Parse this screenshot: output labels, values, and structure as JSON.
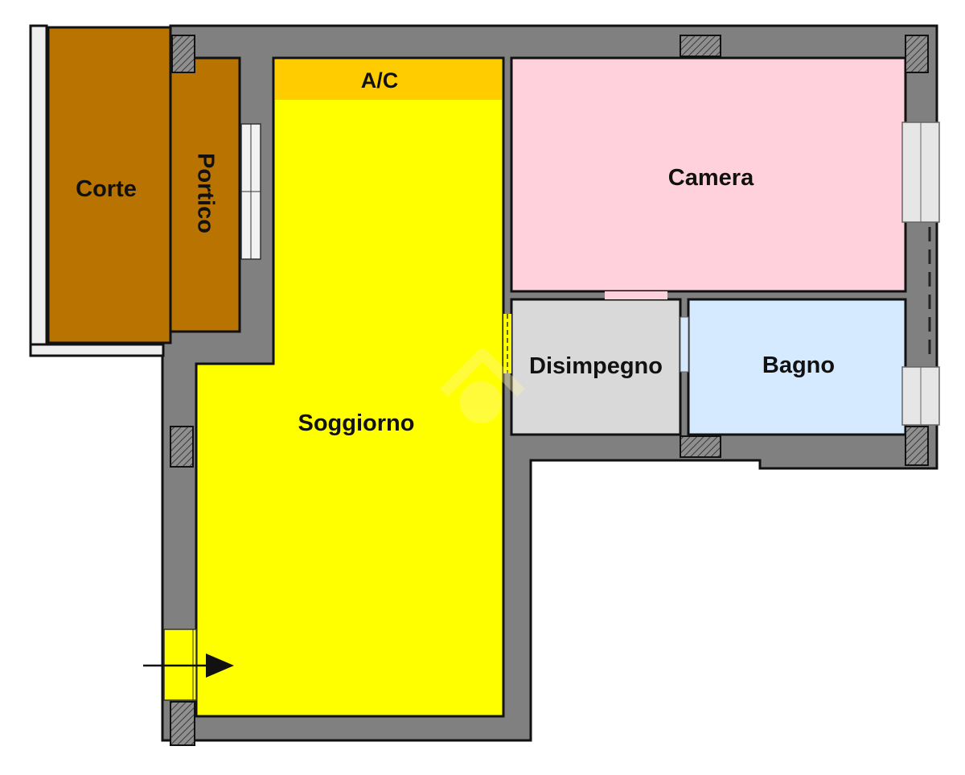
{
  "rooms": {
    "corte": "Corte",
    "portico": "Portico",
    "ac": "A/C",
    "soggiorno": "Soggiorno",
    "camera": "Camera",
    "disimpegno": "Disimpegno",
    "bagno": "Bagno"
  },
  "colors": {
    "wall": "#808080",
    "outline": "#111111",
    "corte": "#b87300",
    "portico": "#b87300",
    "ac": "#ffcc00",
    "soggiorno": "#ffff00",
    "camera": "#ffd1dc",
    "disimpegno": "#d9d9d9",
    "bagno": "#d6eaff",
    "pillar": "#a6a6a6"
  },
  "icons": [
    "entrance-arrow-icon",
    "watermark-logo-icon"
  ]
}
